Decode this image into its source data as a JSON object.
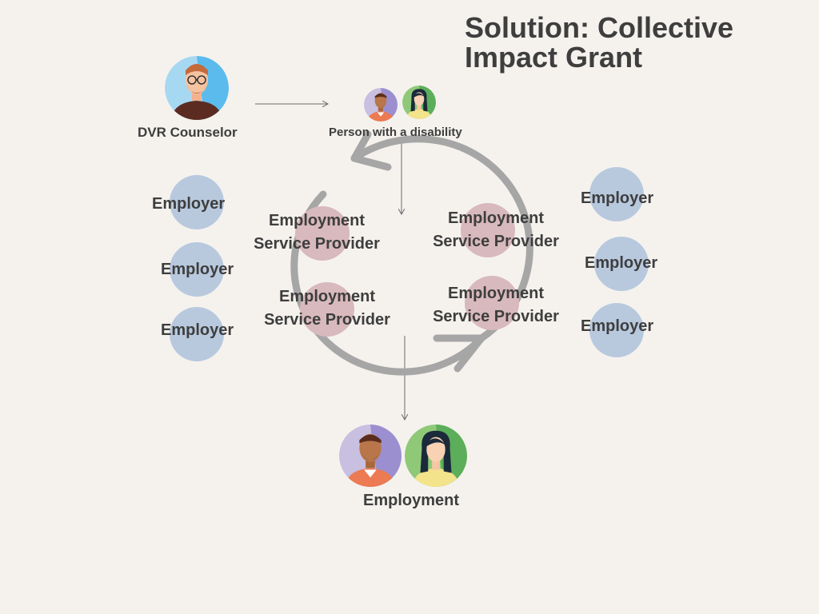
{
  "title": "Solution: Collective Impact Grant",
  "actors": {
    "counselor": "DVR Counselor",
    "person": "Person with a disability",
    "outcome": "Employment"
  },
  "providers": [
    "Employment Service Provider",
    "Employment Service Provider",
    "Employment Service Provider",
    "Employment Service Provider"
  ],
  "employers_left": [
    "Employer",
    "Employer",
    "Employer"
  ],
  "employers_right": [
    "Employer",
    "Employer",
    "Employer"
  ],
  "colors": {
    "background": "#f5f2ee",
    "employer_circle": "#b8c9de",
    "provider_circle": "#d8b9bd",
    "cycle_arrow": "#a6a6a6",
    "text": "#3e3e3e"
  },
  "icons": [
    "counselor-avatar-icon",
    "man-avatar-icon",
    "woman-avatar-icon",
    "cycle-arrow-icon"
  ]
}
